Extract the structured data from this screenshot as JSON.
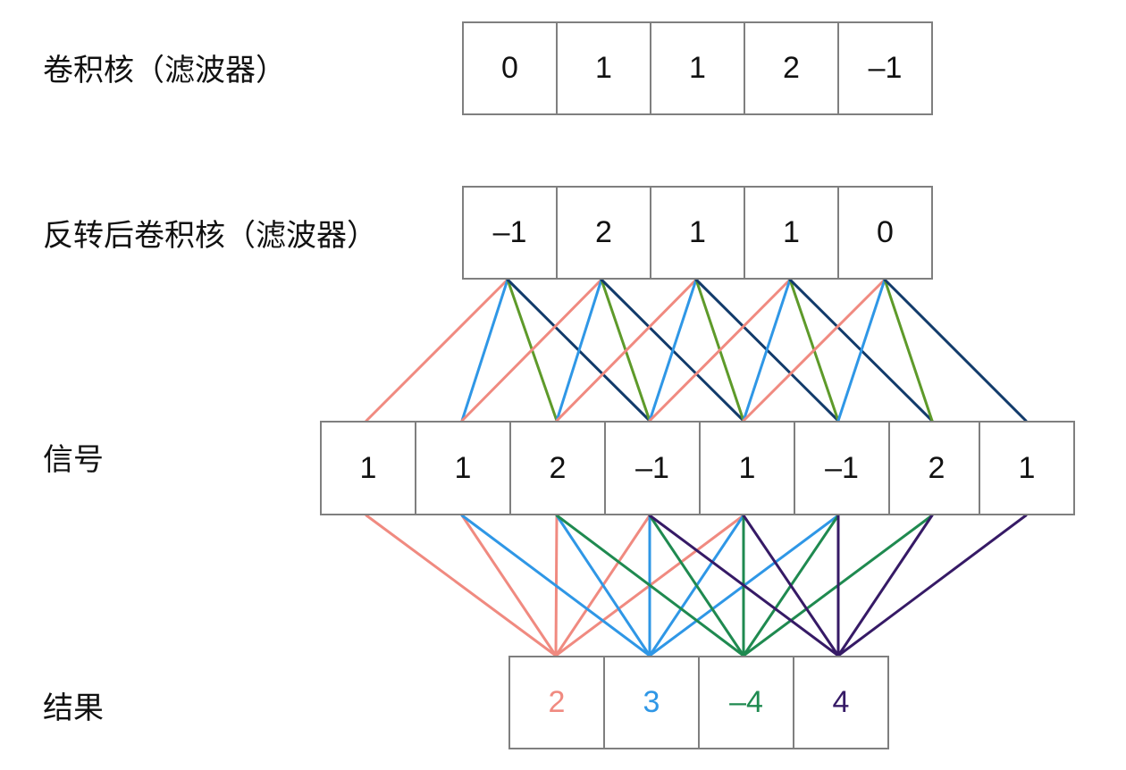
{
  "labels": {
    "kernel": "卷积核（滤波器）",
    "flipped": "反转后卷积核（滤波器）",
    "signal": "信号",
    "result": "结果"
  },
  "kernel": [
    "0",
    "1",
    "1",
    "2",
    "–1"
  ],
  "flipped_kernel": [
    "–1",
    "2",
    "1",
    "1",
    "0"
  ],
  "signal": [
    "1",
    "1",
    "2",
    "–1",
    "1",
    "–1",
    "2",
    "1"
  ],
  "result": [
    {
      "value": "2",
      "color": "#f08a80"
    },
    {
      "value": "3",
      "color": "#2f97e6"
    },
    {
      "value": "–4",
      "color": "#1f8a50"
    },
    {
      "value": "4",
      "color": "#361a66"
    }
  ],
  "upper_line_colors": [
    "#f08a80",
    "#2f97e6",
    "#5e9a2a",
    "#123b6b"
  ],
  "lower_line_colors": [
    "#f08a80",
    "#2f97e6",
    "#1f8a50",
    "#361a66"
  ]
}
